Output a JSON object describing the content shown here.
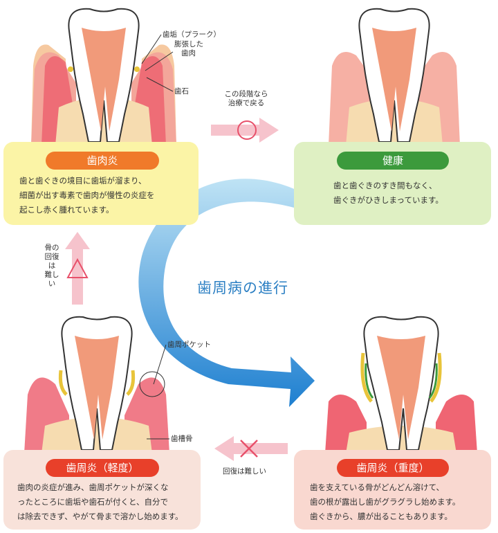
{
  "title": "歯周病の進行",
  "stages": [
    {
      "name": "歯肉炎",
      "lines": [
        "歯と歯ぐきの境目に歯垢が溜まり、",
        "細菌が出す毒素で歯肉が慢性の炎症を",
        "起こし赤く腫れています。"
      ],
      "color": "#f07a2a"
    },
    {
      "name": "健康",
      "lines": [
        "歯と歯ぐきのすき間もなく、",
        "歯ぐきがひきしまっています。"
      ],
      "color": "#3c9a3c"
    },
    {
      "name": "歯周炎（軽度）",
      "lines": [
        "歯肉の炎症が進み、歯周ポケットが深くな",
        "ったところに歯垢や歯石が付くと、自分で",
        "は除去できず、やがて骨まで溶かし始めます。"
      ],
      "color": "#e8402a"
    },
    {
      "name": "歯周炎（重度）",
      "lines": [
        "歯を支えている骨がどんどん溶けて、",
        "歯の根が露出し歯がグラグラし始めます。",
        "歯ぐきから、膿が出ることもあります。"
      ],
      "color": "#e8402a"
    }
  ],
  "labels": {
    "plaque": "歯垢（プラーク）",
    "swollen_gum": [
      "膨張した",
      "歯肉"
    ],
    "tartar": "歯石",
    "periodontal_pocket": "歯周ポケット",
    "alveolar_bone": "歯槽骨"
  },
  "arrows": {
    "treatable": [
      "この段階なら",
      "治療で戻る"
    ],
    "bone_recovery_hard": [
      "骨の",
      "回復は",
      "難しい"
    ],
    "recovery_hard": "回復は難しい"
  }
}
